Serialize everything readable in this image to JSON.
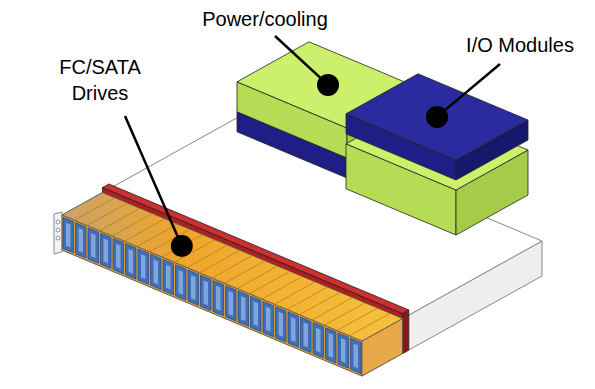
{
  "diagram": {
    "labels": [
      "Power/cooling",
      "I/O Modules",
      "FC/SATA Drives"
    ]
  }
}
